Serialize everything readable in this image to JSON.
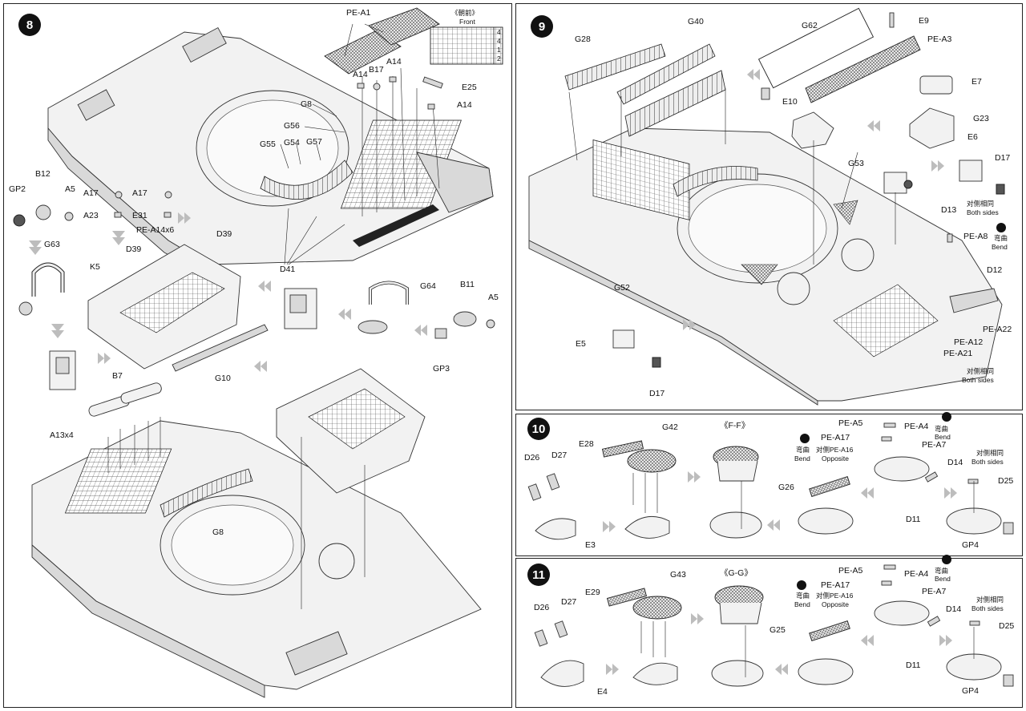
{
  "steps": {
    "s8": "8",
    "s9": "9",
    "s10": "10",
    "s11": "11"
  },
  "step8": {
    "labels": {
      "pe_a1": "PE-A1",
      "front_cn": "《朝前》",
      "front": "Front",
      "a14_1": "A14",
      "b17": "B17",
      "a14_2": "A14",
      "e25": "E25",
      "a14_3": "A14",
      "g8_top": "G8",
      "g56": "G56",
      "g55": "G55",
      "g54": "G54",
      "g57": "G57",
      "d41": "D41",
      "b12": "B12",
      "gp2": "GP2",
      "a5_left": "A5",
      "a17_1": "A17",
      "a23": "A23",
      "a17_2": "A17",
      "e31": "E31",
      "pe_a14x6": "PE-A14x6",
      "d39_1": "D39",
      "g63": "G63",
      "k5": "K5",
      "d39_2": "D39",
      "g10": "G10",
      "g64": "G64",
      "b11": "B11",
      "a5_right": "A5",
      "gp3": "GP3",
      "b7": "B7",
      "a13x4": "A13x4",
      "g8_bottom": "G8"
    },
    "front_grid_numbers": [
      "4",
      "4",
      "1",
      "2"
    ]
  },
  "step9": {
    "labels": {
      "g28": "G28",
      "g40": "G40",
      "g62": "G62",
      "e9": "E9",
      "pe_a3": "PE-A3",
      "e7": "E7",
      "e10": "E10",
      "g23": "G23",
      "e6": "E6",
      "d17_top": "D17",
      "g53": "G53",
      "both_cn_1": "对侧相同",
      "both_1": "Both sides",
      "d13": "D13",
      "pe_a8": "PE-A8",
      "bend_cn": "弯曲",
      "bend": "Bend",
      "d12": "D12",
      "g52": "G52",
      "e5": "E5",
      "d17_bottom": "D17",
      "pe_a22": "PE-A22",
      "pe_a12": "PE-A12",
      "pe_a21": "PE-A21",
      "both_cn_2": "对侧相同",
      "both_2": "Both sides"
    }
  },
  "step10": {
    "labels": {
      "ff": "《F-F》",
      "g42": "G42",
      "e28": "E28",
      "d26": "D26",
      "d27": "D27",
      "e3": "E3",
      "pe_a5": "PE-A5",
      "pe_a4": "PE-A4",
      "pe_a17": "PE-A17",
      "bend_cn_a": "弯曲",
      "bend_a": "Bend",
      "bend_cn_b": "弯曲",
      "bend_b": "Bend",
      "opp_cn": "对侧PE-A16",
      "opp": "Opposite",
      "pe_a7": "PE-A7",
      "both_cn": "对侧相同",
      "both": "Both sides",
      "d14": "D14",
      "d25": "D25",
      "g26": "G26",
      "d11": "D11",
      "gp4": "GP4"
    }
  },
  "step11": {
    "labels": {
      "gg": "《G-G》",
      "g43": "G43",
      "e29": "E29",
      "d26": "D26",
      "d27": "D27",
      "e4": "E4",
      "pe_a5": "PE-A5",
      "pe_a4": "PE-A4",
      "pe_a17": "PE-A17",
      "bend_cn_a": "弯曲",
      "bend_a": "Bend",
      "bend_cn_b": "弯曲",
      "bend_b": "Bend",
      "opp_cn": "对侧PE-A16",
      "opp": "Opposite",
      "pe_a7": "PE-A7",
      "both_cn": "对侧相同",
      "both": "Both sides",
      "d14": "D14",
      "d25": "D25",
      "g25": "G25",
      "d11": "D11",
      "gp4": "GP4"
    }
  }
}
